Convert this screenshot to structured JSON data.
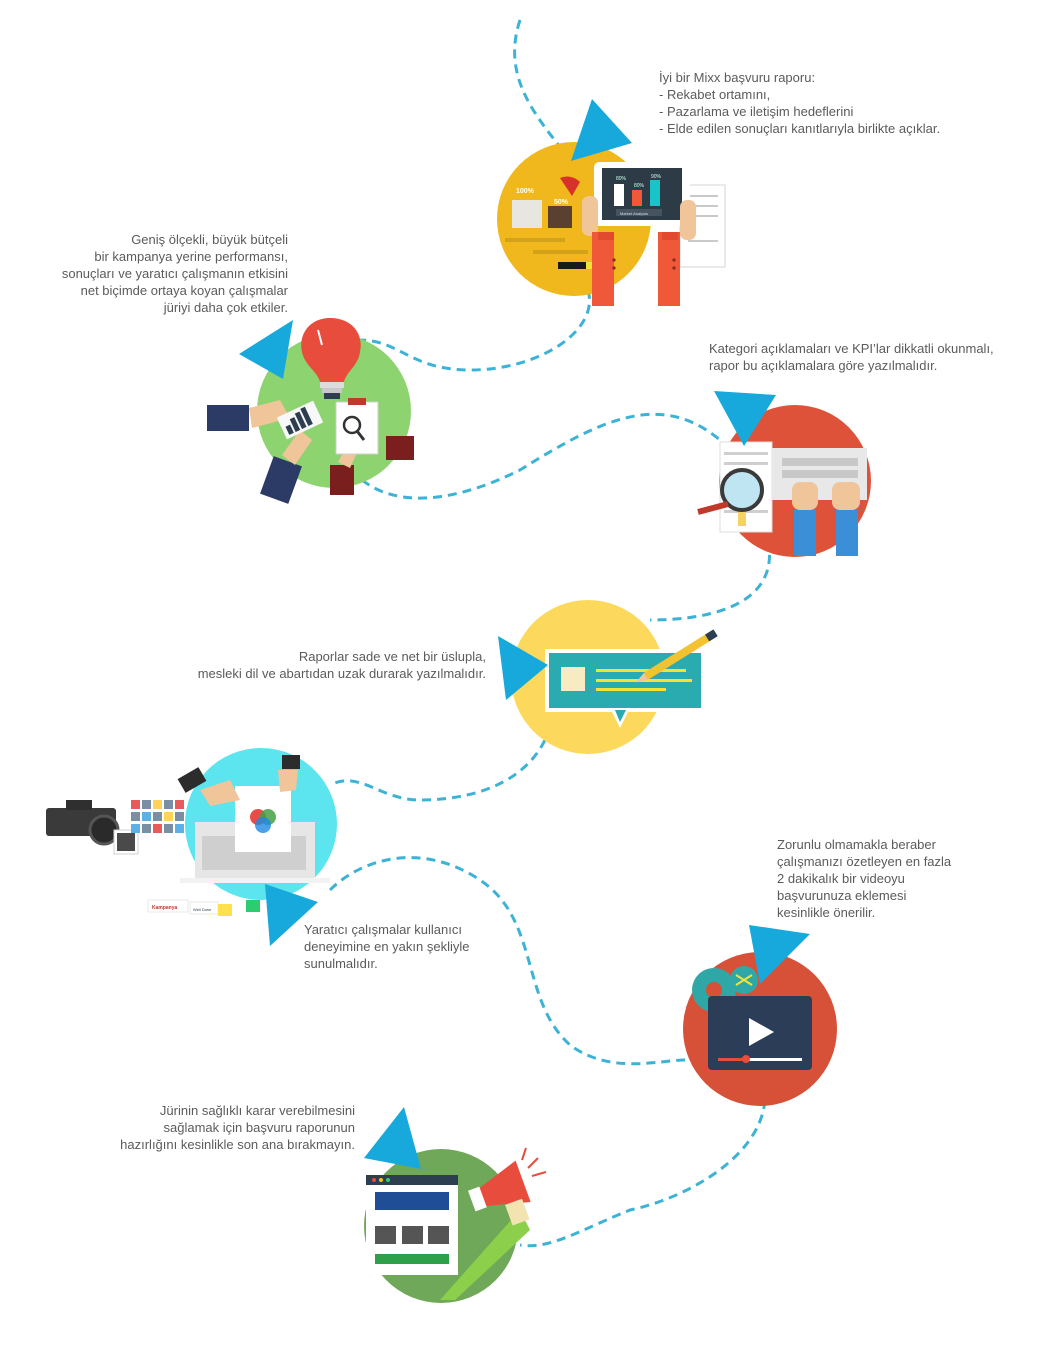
{
  "steps": [
    {
      "id": "report",
      "lines": [
        "İyi bir Mixx başvuru raporu:",
        "- Rekabet ortamını,",
        "- Pazarlama ve iletişim hedeflerini",
        "- Elde edilen sonuçları kanıtlarıyla birlikte açıklar."
      ],
      "labels": {
        "pct_a": "100%",
        "pct_b": "50%",
        "bar1": "80%",
        "bar2": "80%",
        "bar3": "90%",
        "tablet_btn": "Market Analysis"
      },
      "circle_color": "#f0b81c"
    },
    {
      "id": "performance",
      "lines": [
        "Geniş ölçekli, büyük bütçeli",
        "bir kampanya yerine performansı,",
        "sonuçları ve yaratıcı çalışmanın etkisini",
        "net biçimde ortaya koyan çalışmalar",
        "jüriyi daha çok etkiler."
      ],
      "circle_color": "#8dd36f"
    },
    {
      "id": "kpi",
      "lines": [
        "Kategori açıklamaları ve KPI’lar dikkatli okunmalı,",
        "rapor bu açıklamalara göre yazılmalıdır."
      ],
      "circle_color": "#dd5238"
    },
    {
      "id": "style",
      "lines": [
        "Raporlar sade ve net bir üslupla,",
        "mesleki dil ve abartıdan uzak durarak yazılmalıdır."
      ],
      "circle_color": "#fcd95c"
    },
    {
      "id": "creative",
      "lines": [
        "Yaratıcı çalışmalar kullanıcı",
        "deneyimine en yakın şekliyle",
        "sunulmalıdır."
      ],
      "labels": {
        "tag_a": "Kampanya",
        "tag_b": "Well Done"
      },
      "circle_color": "#5ce4ef"
    },
    {
      "id": "video",
      "lines": [
        "Zorunlu olmamakla beraber",
        "çalışmanızı özetleyen en fazla",
        "2 dakikalık bir videoyu",
        "başvurunuza eklemesi",
        "kesinlikle önerilir."
      ],
      "circle_color": "#d75038"
    },
    {
      "id": "timing",
      "lines": [
        "Jürinin sağlıklı karar verebilmesini",
        "sağlamak için başvuru raporunun",
        "hazırlığını kesinlikle son ana bırakmayın."
      ],
      "circle_color": "#6fa858"
    }
  ],
  "colors": {
    "path": "#3cb3d6",
    "arrow": "#18a9dc",
    "text": "#5b5b5b"
  }
}
